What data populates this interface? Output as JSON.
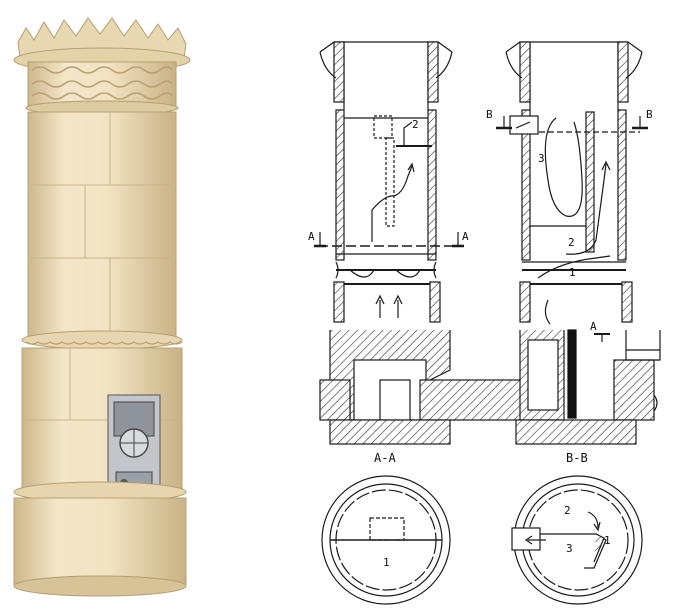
{
  "photo": {
    "subject": "tiled-stove-photo",
    "colors": {
      "tile": "#efe1bf",
      "shade": "#d7c49b",
      "crown": "#e6d6b0",
      "door": "#9aa0a8"
    }
  },
  "elevation_left": {
    "labels": {
      "n2": "2"
    },
    "section_marks": {
      "left": "A",
      "right": "A"
    }
  },
  "elevation_right": {
    "labels": {
      "n1": "1",
      "n2": "2",
      "n3": "3"
    },
    "section_marks": {
      "left": "B",
      "right": "B",
      "small": "A"
    }
  },
  "captions": {
    "aa": "A-A",
    "bb": "B-B"
  },
  "plan_aa": {
    "labels": {
      "n1": "1"
    }
  },
  "plan_bb": {
    "labels": {
      "n1": "1",
      "n2": "2",
      "n3": "3"
    }
  },
  "line_color": "#1a1a1a",
  "hatch_color": "#333333"
}
